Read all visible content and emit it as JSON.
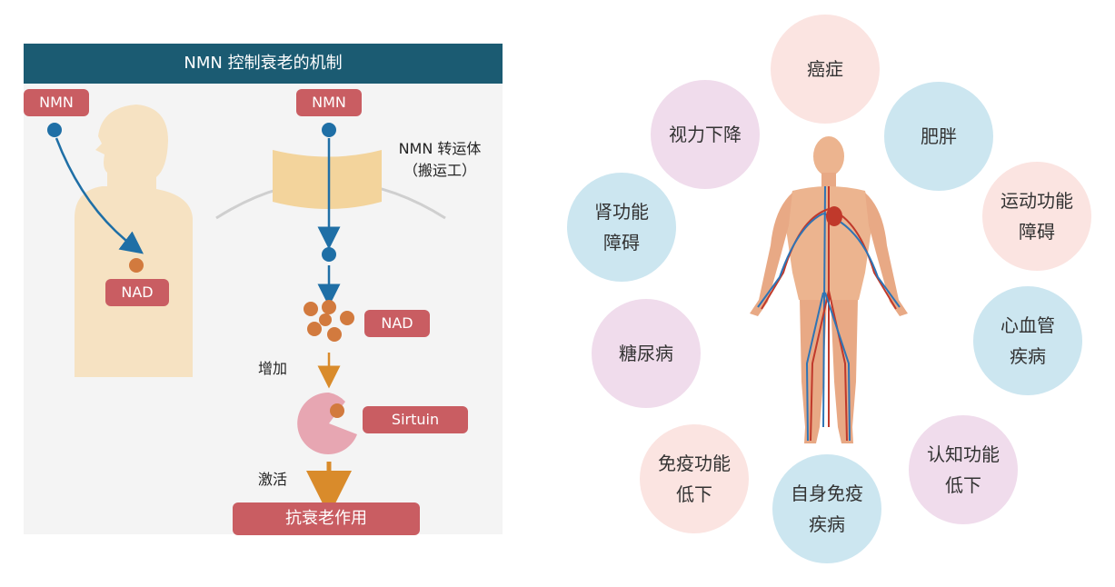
{
  "left_diagram": {
    "title": "NMN 控制衰老的机制",
    "nmn_left": "NMN",
    "nad_left": "NAD",
    "nmn_right": "NMN",
    "transporter_line1": "NMN 转运体",
    "transporter_line2": "（搬运工）",
    "nad_right": "NAD",
    "increase": "增加",
    "sirtuin": "Sirtuin",
    "activate": "激活",
    "result": "抗衰老作用"
  },
  "diseases": {
    "cancer": "癌症",
    "vision_l1": "视力下降",
    "obesity": "肥胖",
    "kidney_l1": "肾功能",
    "kidney_l2": "障碍",
    "motor_l1": "运动功能",
    "motor_l2": "障碍",
    "diabetes": "糖尿病",
    "cardio_l1": "心血管",
    "cardio_l2": "疾病",
    "immune_l1": "免疫功能",
    "immune_l2": "低下",
    "cognitive_l1": "认知功能",
    "cognitive_l2": "低下",
    "autoimmune_l1": "自身免疫",
    "autoimmune_l2": "疾病"
  },
  "colors": {
    "header": "#1b5b72",
    "tag": "#c95d62",
    "nmn_dot": "#1f6fa6",
    "nad_dot": "#d27a3e",
    "body": "#f6e2c2",
    "pink": "#fbe4e1",
    "blue": "#cce6f0",
    "lilac": "#f0dcec"
  }
}
